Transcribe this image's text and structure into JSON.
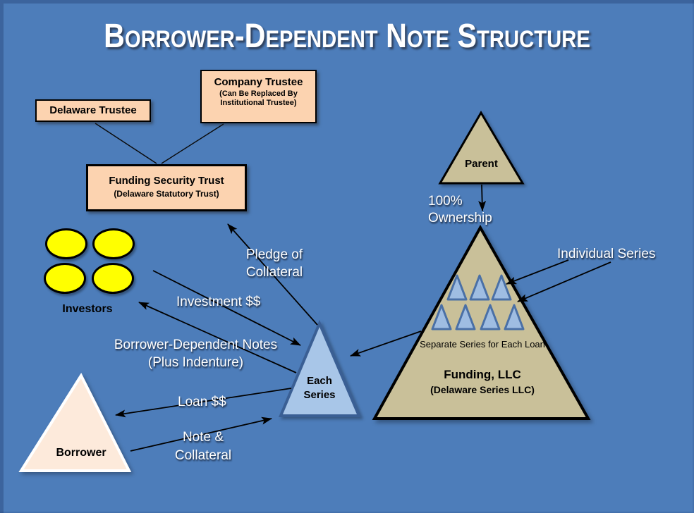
{
  "title": "Borrower-Dependent Note Structure",
  "colors": {
    "background": "#4d7dba",
    "box_fill": "#fcd3b0",
    "tan_fill": "#c9c099",
    "series_blue_fill": "#a8c6e8",
    "series_blue_border": "#3a5f94",
    "mini_triangle_fill": "#9fbde2",
    "mini_triangle_border": "#4a70a6",
    "investor_yellow": "#ffff00",
    "borrower_fill": "#fdeadb",
    "arrow_black": "#000000",
    "label_white": "#ffffff"
  },
  "boxes": {
    "delaware_trustee": {
      "label": "Delaware Trustee"
    },
    "company_trustee": {
      "label": "Company Trustee",
      "sublabel": "(Can Be Replaced By Institutional Trustee)"
    },
    "funding_security_trust": {
      "label": "Funding Security Trust",
      "sublabel": "(Delaware Statutory Trust)"
    }
  },
  "shapes": {
    "investors": {
      "label": "Investors",
      "ellipse_count": 4
    },
    "borrower": {
      "label": "Borrower"
    },
    "each_series": {
      "label": "Each Series"
    },
    "parent": {
      "label": "Parent"
    },
    "funding_llc": {
      "label": "Funding, LLC",
      "sublabel": "(Delaware Series LLC)",
      "caption": "Separate Series for Each Loan",
      "mini_triangles_row1": 3,
      "mini_triangles_row2": 4
    }
  },
  "flow_labels": {
    "pledge_of_collateral": "Pledge of Collateral",
    "investment": "Investment $$",
    "borrower_dependent_notes": "Borrower-Dependent Notes",
    "plus_indenture": "(Plus Indenture)",
    "loan": "Loan $$",
    "note_collateral": "Note & Collateral",
    "ownership": "100% Ownership",
    "individual_series": "Individual Series"
  }
}
